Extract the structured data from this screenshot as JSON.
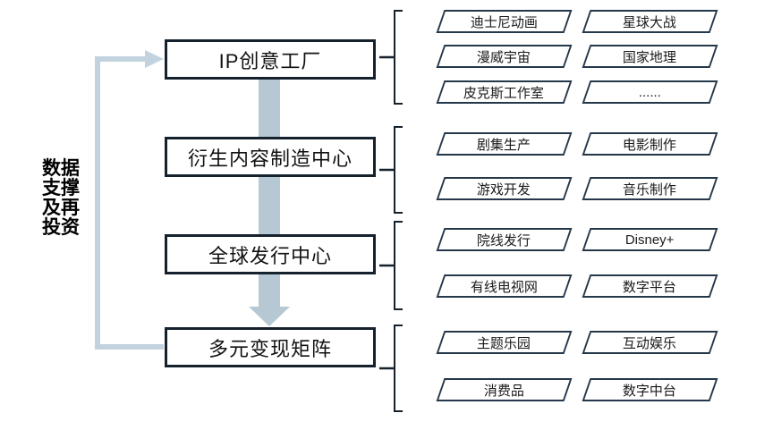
{
  "left_label": {
    "text": "数据支撑及再投资",
    "lines": [
      "数据",
      "支撑",
      "及再",
      "投资"
    ]
  },
  "stages": [
    {
      "title": "IP创意工厂",
      "items": [
        "迪士尼动画",
        "星球大战",
        "漫威宇宙",
        "国家地理",
        "皮克斯工作室",
        "......"
      ]
    },
    {
      "title": "衍生内容制造中心",
      "items": [
        "剧集生产",
        "电影制作",
        "游戏开发",
        "音乐制作"
      ]
    },
    {
      "title": "全球发行中心",
      "items": [
        "院线发行",
        "Disney+",
        "有线电视网",
        "数字平台"
      ]
    },
    {
      "title": "多元变现矩阵",
      "items": [
        "主题乐园",
        "互动娱乐",
        "消费品",
        "数字中台"
      ]
    }
  ],
  "colors": {
    "flow_arrow": "#b5c8d4",
    "loop_arrow": "#c2d3df",
    "box_border": "#16212e",
    "item_border": "#25384a",
    "text": "#1a1a1a"
  }
}
